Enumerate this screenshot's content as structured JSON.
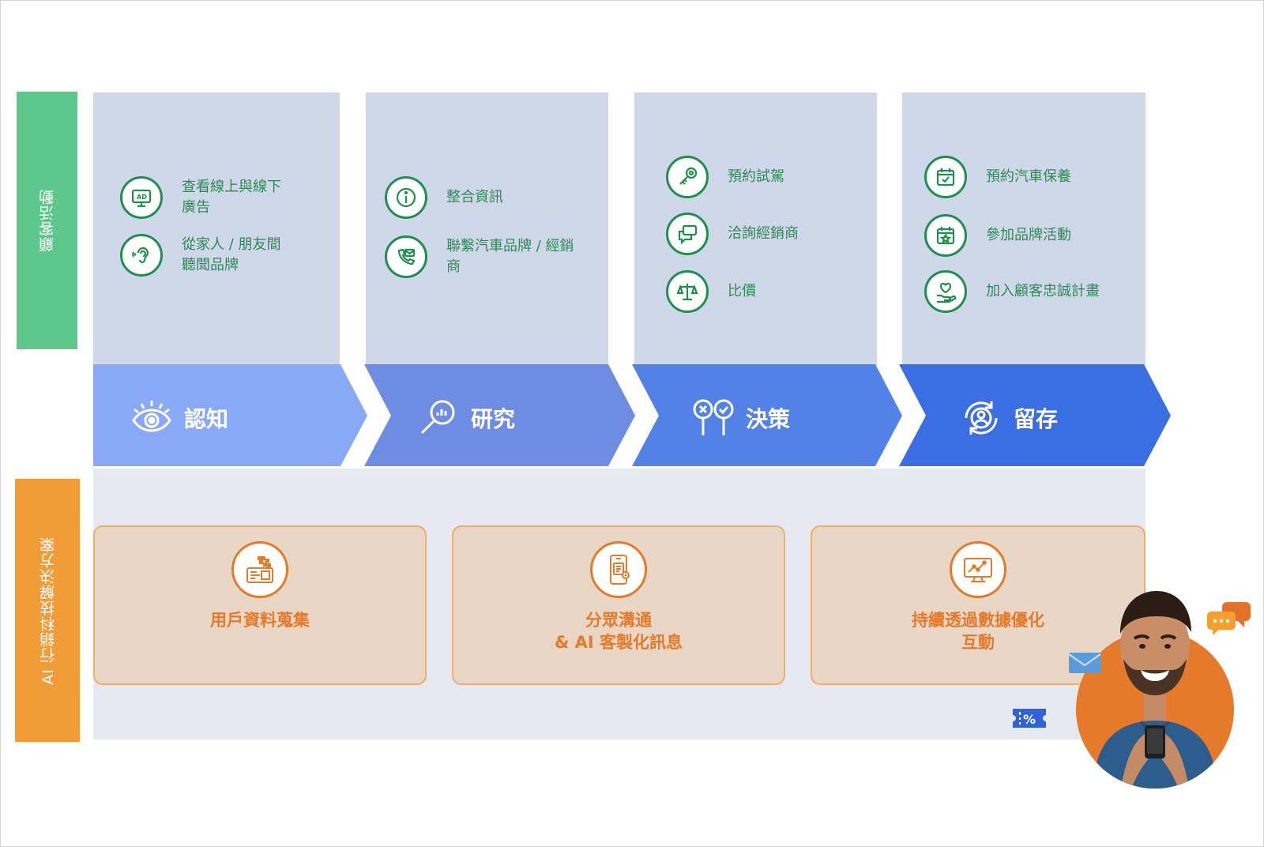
{
  "row_labels": {
    "customer": "顧客活動",
    "solutions": "AI 行銷科技解決方案"
  },
  "colors": {
    "green_label": "#5ec88c",
    "orange_label": "#f29c38",
    "activity_bg": "#cfd8e9",
    "stage_1": "#89a8f6",
    "stage_2": "#6f8ce3",
    "stage_3": "#5382e6",
    "stage_4": "#3a6ee2",
    "card_bg": "#ead6c4",
    "accent_orange": "#e57a2a",
    "icon_green": "#1f8f4e"
  },
  "stages": [
    {
      "label": "認知",
      "icon": "eye-icon"
    },
    {
      "label": "研究",
      "icon": "magnifier-chart-icon"
    },
    {
      "label": "決策",
      "icon": "pin-choice-icon"
    },
    {
      "label": "留存",
      "icon": "user-cycle-icon"
    }
  ],
  "activities": [
    {
      "items": [
        {
          "text": "查看線上與線下\n廣告",
          "icon": "ad-screen-icon"
        },
        {
          "text": "從家人 / 朋友間\n聽聞品牌",
          "icon": "ear-icon"
        }
      ]
    },
    {
      "items": [
        {
          "text": "整合資訊",
          "icon": "info-icon"
        },
        {
          "text": "聯繫汽車品牌 / 經銷\n商",
          "icon": "phone-mail-icon"
        }
      ]
    },
    {
      "items": [
        {
          "text": "預約試駕",
          "icon": "key-icon"
        },
        {
          "text": "洽詢經銷商",
          "icon": "chat-bubbles-icon"
        },
        {
          "text": "比價",
          "icon": "scale-icon"
        }
      ]
    },
    {
      "items": [
        {
          "text": "預約汽車保養",
          "icon": "calendar-check-icon"
        },
        {
          "text": "參加品牌活動",
          "icon": "calendar-star-icon"
        },
        {
          "text": "加入顧客忠誠計畫",
          "icon": "heart-hand-icon"
        }
      ]
    }
  ],
  "solutions": [
    {
      "title": "用戶資料蒐集",
      "icon": "data-collection-icon"
    },
    {
      "title": "分眾溝通\n& AI 客製化訊息",
      "icon": "mobile-message-icon"
    },
    {
      "title": "持續透過數據優化\n互動",
      "icon": "analytics-monitor-icon"
    }
  ],
  "decor": {
    "person": "person-with-phone-illustration",
    "coupon": "coupon-icon",
    "mail": "mail-icon",
    "chat": "chat-icon"
  }
}
